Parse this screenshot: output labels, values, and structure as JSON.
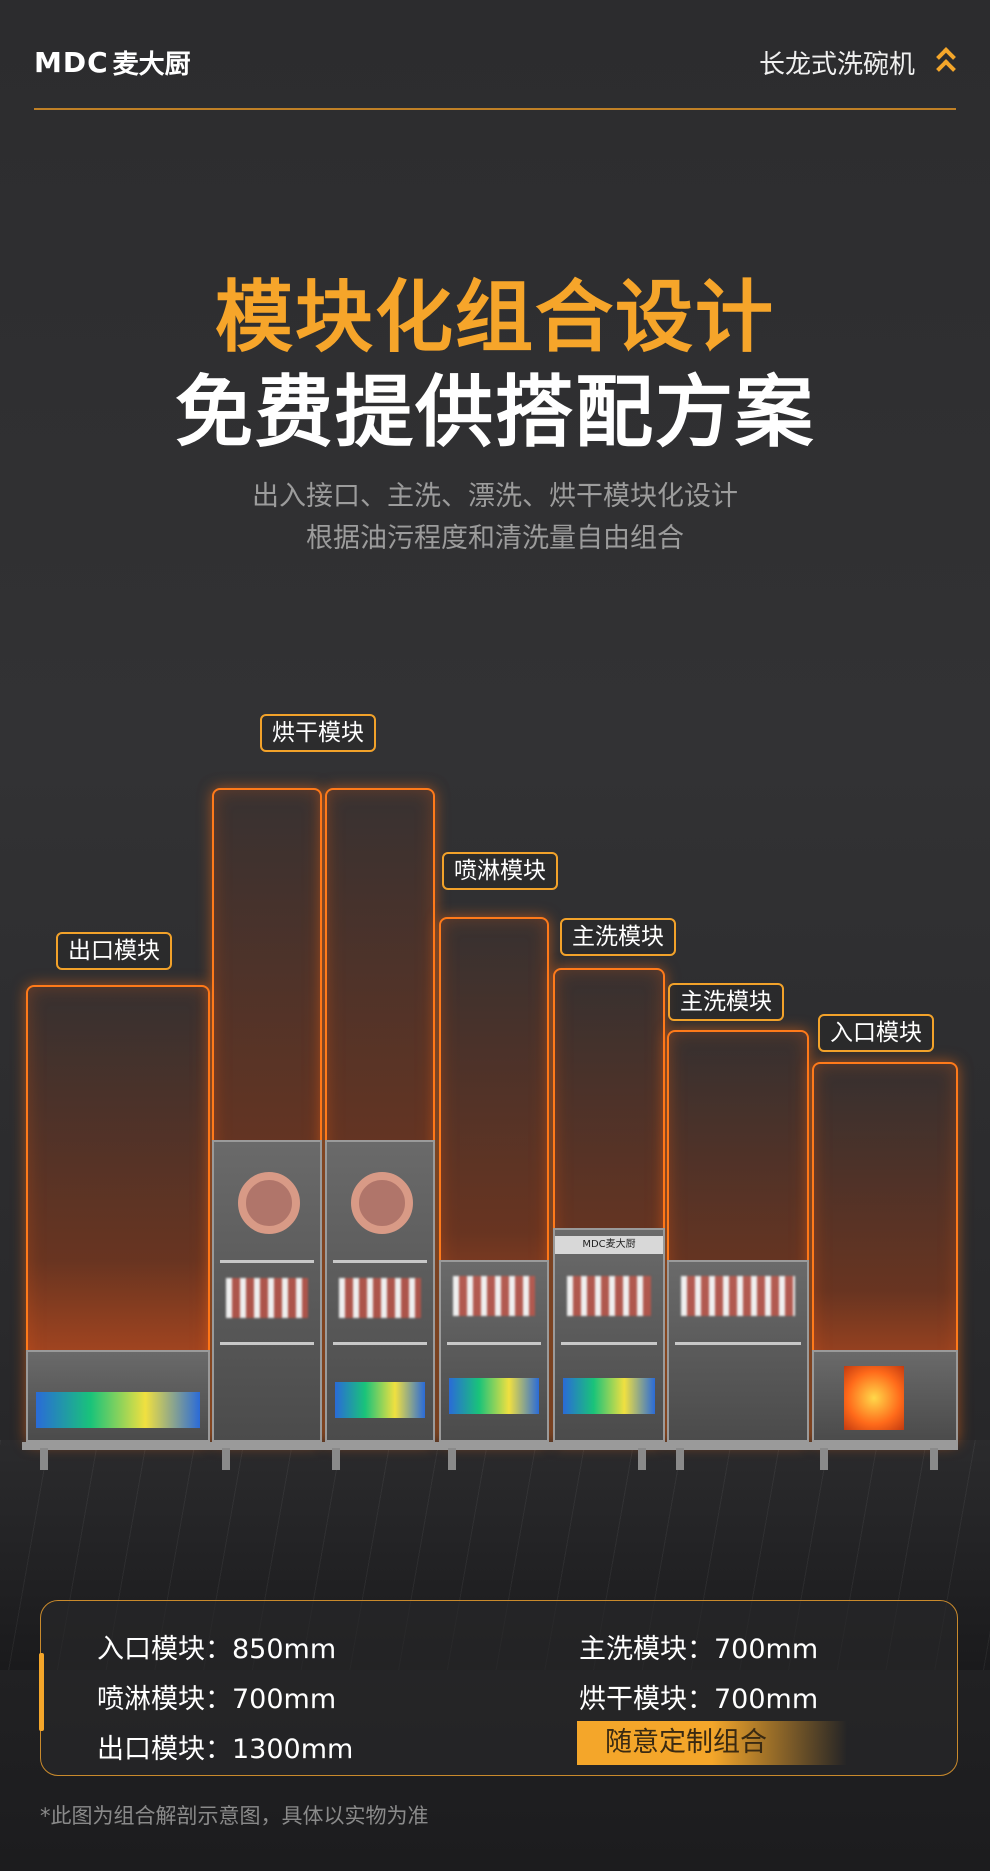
{
  "header": {
    "logo_latin": "MDC",
    "logo_cn": "麦大厨",
    "product": "长龙式洗碗机",
    "accent_color": "#f4a62a"
  },
  "hero": {
    "title": "模块化组合设计",
    "subtitle": "免费提供搭配方案",
    "desc_line1": "出入接口、主洗、漂洗、烘干模块化设计",
    "desc_line2": "根据油污程度和清洗量自由组合"
  },
  "modules": [
    {
      "label": "出口模块"
    },
    {
      "label": "烘干模块"
    },
    {
      "label": "喷淋模块"
    },
    {
      "label": "主洗模块"
    },
    {
      "label": "主洗模块"
    },
    {
      "label": "入口模块"
    }
  ],
  "machine_badge": "MDC麦大厨",
  "specs": {
    "items": [
      {
        "label": "入口模块：850mm"
      },
      {
        "label": "主洗模块：700mm"
      },
      {
        "label": "喷淋模块：700mm"
      },
      {
        "label": "烘干模块：700mm"
      },
      {
        "label": "出口模块：1300mm"
      }
    ],
    "custom": "随意定制组合"
  },
  "footnote": "*此图为组合解剖示意图，具体以实物为准"
}
